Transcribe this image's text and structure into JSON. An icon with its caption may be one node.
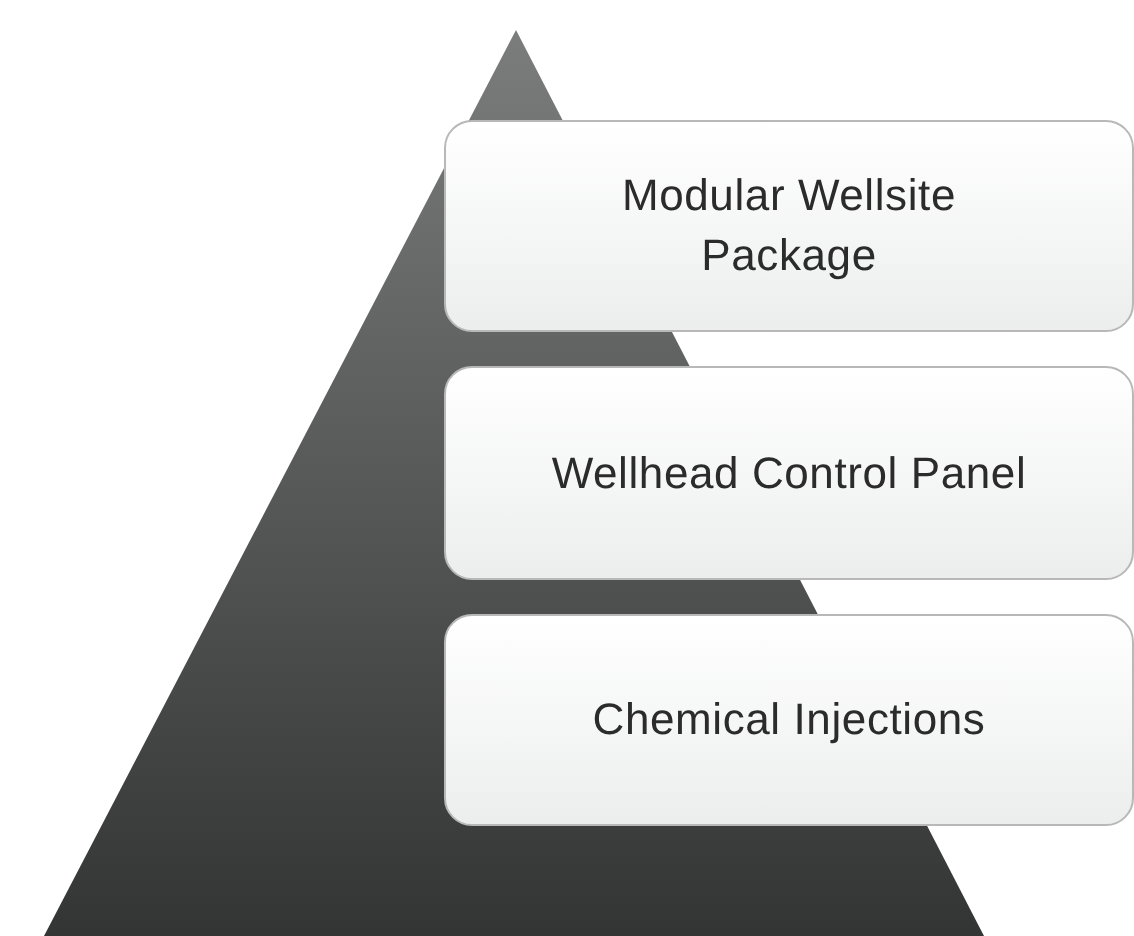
{
  "diagram": {
    "nodes": [
      {
        "text": [
          "Modular Wellsite Package"
        ]
      },
      {
        "text": [
          "Wellhead Control Panel"
        ]
      },
      {
        "text": [
          "Chemical Injections"
        ]
      }
    ]
  }
}
